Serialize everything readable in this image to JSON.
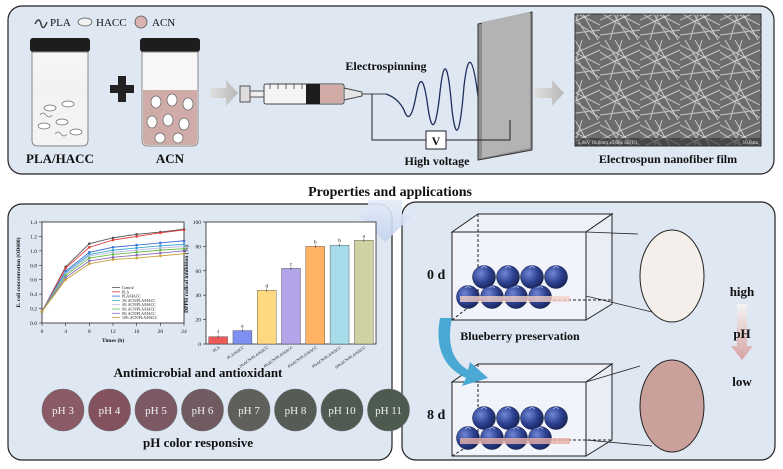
{
  "top_panel": {
    "legend": {
      "pla": "PLA",
      "hacc": "HACC",
      "acn": "ACN"
    },
    "beaker_left_label": "PLA/HACC",
    "beaker_right_label": "ACN",
    "electrospinning_label": "Electrospinning",
    "voltmeter_label": "V",
    "high_voltage_label": "High voltage",
    "sem_caption": "5.0kV 10.0mm x5.00k SE(U)",
    "sem_scale": "10.0μm",
    "film_label": "Electrospun nanofiber film"
  },
  "center_title": "Properties and applications",
  "left_panel": {
    "line_chart_caption": "Antimicrobial and antioxidant",
    "ph_title": "pH color responsive",
    "ph_samples": [
      {
        "label": "pH 3",
        "color": "#8a5a66"
      },
      {
        "label": "pH 4",
        "color": "#84525f"
      },
      {
        "label": "pH 5",
        "color": "#7c5863"
      },
      {
        "label": "pH 6",
        "color": "#6f5b60"
      },
      {
        "label": "pH 7",
        "color": "#5f5f5c"
      },
      {
        "label": "pH 8",
        "color": "#555c56"
      },
      {
        "label": "pH 10",
        "color": "#4f5a52"
      },
      {
        "label": "pH 11",
        "color": "#4c5a50"
      }
    ]
  },
  "right_panel": {
    "day0_label": "0 d",
    "day8_label": "8 d",
    "blueberry_label": "Blueberry preservation",
    "high_label": "high",
    "ph_label": "pH",
    "low_label": "low",
    "circle_top_color": "#f4efea",
    "circle_bottom_color": "#caa09b"
  },
  "chart_data": [
    {
      "type": "line",
      "xlabel": "Times (h)",
      "ylabel": "E. coli concentration (OD600)",
      "x": [
        0,
        4,
        8,
        12,
        16,
        20,
        24
      ],
      "xlim": [
        0,
        24
      ],
      "ylim": [
        0,
        1.4
      ],
      "xticks": [
        "0",
        "4",
        "8",
        "12",
        "16",
        "20",
        "24"
      ],
      "yticks": [
        "0.0",
        "0.2",
        "0.4",
        "0.6",
        "0.8",
        "1.0",
        "1.2",
        "1.4"
      ],
      "series": [
        {
          "name": "Control",
          "color": "#555555",
          "values": [
            0.16,
            0.78,
            1.1,
            1.18,
            1.23,
            1.26,
            1.3
          ]
        },
        {
          "name": "PLA",
          "color": "#e03c3c",
          "values": [
            0.16,
            0.76,
            1.05,
            1.15,
            1.2,
            1.25,
            1.29
          ]
        },
        {
          "name": "PLA/HACC",
          "color": "#3f6fd8",
          "values": [
            0.16,
            0.72,
            0.98,
            1.05,
            1.08,
            1.11,
            1.14
          ]
        },
        {
          "name": "2% ACN/PLA/HACC",
          "color": "#39a9c8",
          "values": [
            0.16,
            0.7,
            0.95,
            1.01,
            1.04,
            1.07,
            1.09
          ]
        },
        {
          "name": "4% ACN/PLA/HACC",
          "color": "#b8b8e8",
          "values": [
            0.16,
            0.68,
            0.93,
            0.98,
            1.01,
            1.04,
            1.06
          ]
        },
        {
          "name": "6% ACN/PLA/HACC",
          "color": "#66bb44",
          "values": [
            0.16,
            0.66,
            0.9,
            0.95,
            0.98,
            1.01,
            1.03
          ]
        },
        {
          "name": "8% ACN/PLA/HACC",
          "color": "#8a6bbd",
          "values": [
            0.16,
            0.63,
            0.86,
            0.91,
            0.94,
            0.97,
            1.0
          ]
        },
        {
          "name": "10% ACN/PLA/HACC",
          "color": "#c9a23a",
          "values": [
            0.16,
            0.6,
            0.82,
            0.88,
            0.9,
            0.93,
            0.96
          ]
        }
      ],
      "legend": "center-right"
    },
    {
      "type": "bar",
      "ylabel": "DPPH radical inhibition (%)",
      "ylim": [
        0,
        100
      ],
      "yticks": [
        "0",
        "20",
        "40",
        "60",
        "80",
        "100"
      ],
      "categories": [
        "PLA",
        "PLA/HACC",
        "2%ACN/PLA/HACC",
        "4%ACN/PLA/HACC",
        "6%ACN/PLA/HACC",
        "8%ACN/PLA/HACC",
        "10%ACN/PLA/HACC"
      ],
      "values": [
        6,
        11,
        44,
        62,
        80,
        81,
        85
      ],
      "letters": [
        "f",
        "e",
        "d",
        "c",
        "b",
        "b",
        "a"
      ],
      "colors": [
        "#ec5b57",
        "#7d8ff0",
        "#ffd980",
        "#b3a3e8",
        "#ffb363",
        "#a6dcea",
        "#cfd3a3"
      ]
    }
  ]
}
